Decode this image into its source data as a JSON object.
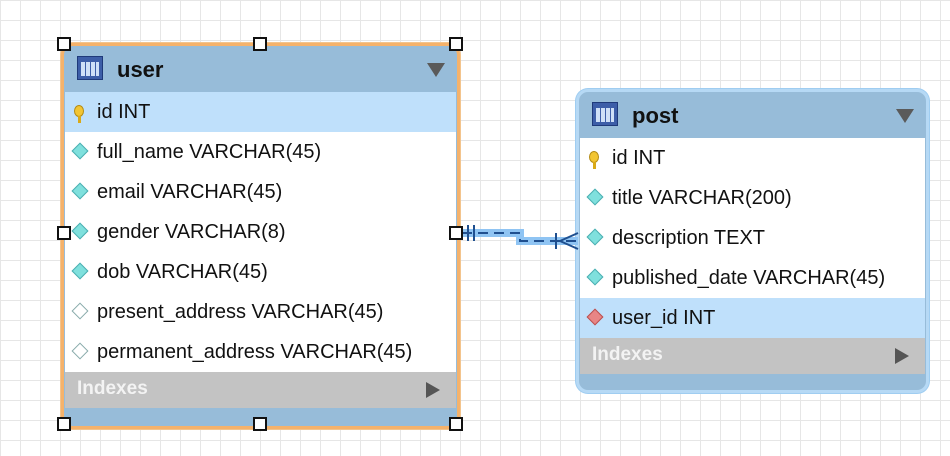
{
  "tables": {
    "user": {
      "title": "user",
      "columns": [
        {
          "label": "id INT",
          "kind": "key-icon"
        },
        {
          "label": "full_name VARCHAR(45)",
          "kind": "diamond-icon"
        },
        {
          "label": "email VARCHAR(45)",
          "kind": "diamond-icon"
        },
        {
          "label": "gender VARCHAR(8)",
          "kind": "diamond-icon"
        },
        {
          "label": "dob VARCHAR(45)",
          "kind": "diamond-icon"
        },
        {
          "label": "present_address VARCHAR(45)",
          "kind": "diamond-outline-icon"
        },
        {
          "label": "permanent_address VARCHAR(45)",
          "kind": "diamond-outline-icon"
        }
      ],
      "indexes_label": "Indexes"
    },
    "post": {
      "title": "post",
      "columns": [
        {
          "label": "id INT",
          "kind": "key-icon"
        },
        {
          "label": "title VARCHAR(200)",
          "kind": "diamond-icon"
        },
        {
          "label": "description TEXT",
          "kind": "diamond-icon"
        },
        {
          "label": "published_date VARCHAR(45)",
          "kind": "diamond-icon"
        },
        {
          "label": "user_id INT",
          "kind": "foreign-key-icon"
        }
      ],
      "indexes_label": "Indexes"
    }
  },
  "colors": {
    "header": "#97bcd9",
    "selected_row": "#bfe0fb",
    "user_border": "#f5b26b",
    "post_border": "#b6d9f5",
    "relationship": "#1f4f8f"
  }
}
